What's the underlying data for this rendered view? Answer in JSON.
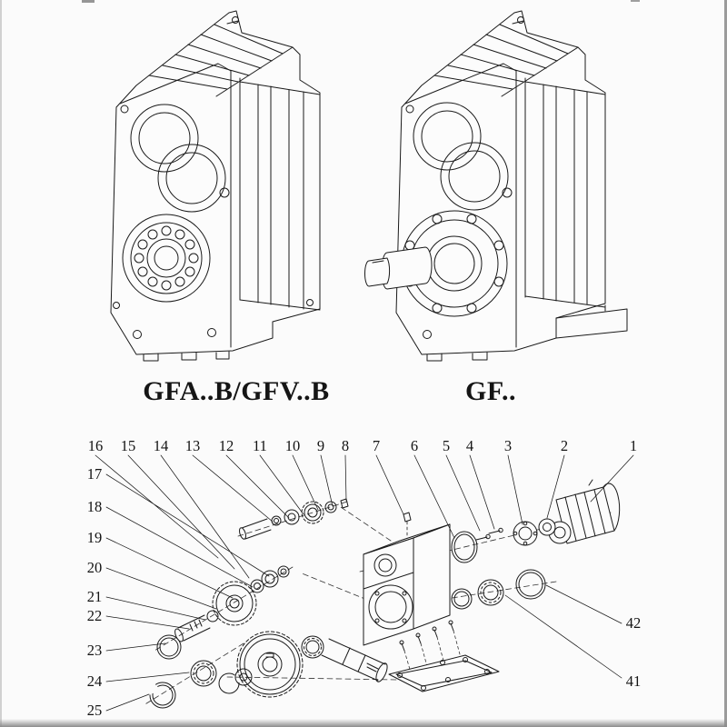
{
  "page": {
    "left_model_label": "GFA..B/GFV..B",
    "right_model_label": "GF.."
  },
  "exploded_view": {
    "top_callouts": [
      "16",
      "15",
      "14",
      "13",
      "12",
      "11",
      "10",
      "9",
      "8",
      "7",
      "6",
      "5",
      "4",
      "3",
      "2",
      "1"
    ],
    "left_callouts": [
      "17",
      "18",
      "19",
      "20",
      "21",
      "22",
      "23",
      "24",
      "25"
    ],
    "right_callouts": [
      "42",
      "41"
    ]
  }
}
